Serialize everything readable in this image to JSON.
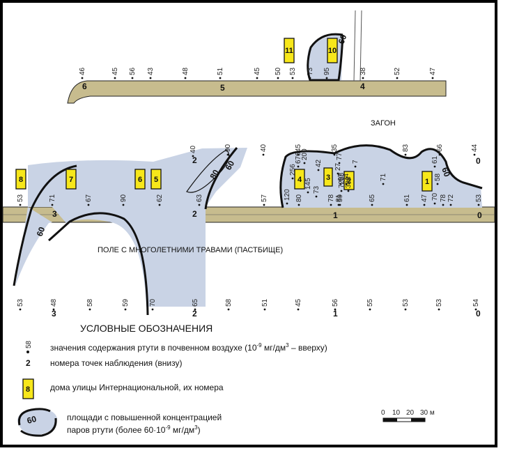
{
  "places": {
    "field": "ПОЛЕ С МНОГОЛЕТНИМИ ТРАВАМИ (ПАСТБИЩЕ)",
    "pen": "ЗАГОН"
  },
  "isolines": {
    "iso60": "60",
    "iso80": "80"
  },
  "houses": [
    "8",
    "7",
    "6",
    "5",
    "4",
    "3",
    "2",
    "1",
    "11",
    "10"
  ],
  "profile_points": {
    "top": [
      "6",
      "5",
      "4"
    ],
    "middle": [
      "2",
      "2",
      "1",
      "0",
      "0"
    ],
    "bottom": [
      "3",
      "3",
      "2",
      "1",
      "0"
    ]
  },
  "values": {
    "top": [
      "46",
      "45",
      "56",
      "43",
      "48",
      "51",
      "45",
      "50",
      "53",
      "73",
      "95",
      "38",
      "52",
      "47"
    ],
    "middle": [
      "53",
      "71",
      "67",
      "90",
      "62",
      "63",
      "40",
      "90",
      "57",
      "40",
      "45",
      "120",
      "256",
      "676",
      "80",
      "200",
      "145",
      "73",
      "42",
      "78",
      "81",
      "7288",
      "59",
      "35",
      "27",
      "67",
      "77",
      "34",
      "388",
      "7",
      "65",
      "71",
      "61",
      "83",
      "47",
      "58",
      "70",
      "61",
      "78",
      "66",
      "44",
      "53",
      "72"
    ],
    "bottom": [
      "53",
      "48",
      "58",
      "59",
      "70",
      "65",
      "58",
      "51",
      "45",
      "56",
      "55",
      "53",
      "53",
      "54"
    ]
  },
  "legend": {
    "title": "УСЛОВНЫЕ ОБОЗНАЧЕНИЯ",
    "sample_value": "58",
    "sample_point": "2",
    "sample_house": "8",
    "sample_iso": "60",
    "value_desc_pre": "значения содержания ртути в почвенном воздухе (10",
    "value_desc_exp": "-9",
    "value_desc_mid": " мг/дм",
    "value_desc_exp2": "3",
    "value_desc_post": " – вверху)",
    "point_desc": "номера точек наблюдения (внизу)",
    "house_desc": "дома улицы Интернациональной, их номера",
    "zone_desc_1": "площади с повышенной концентрацией",
    "zone_desc_2_pre": "паров ртути (более 60·10",
    "zone_desc_2_exp": "-9",
    "zone_desc_2_mid": " мг/дм",
    "zone_desc_2_exp2": "3",
    "zone_desc_2_post": ")"
  },
  "scale": {
    "labels": [
      "0",
      "10",
      "20",
      "30 м"
    ]
  },
  "colors": {
    "zone": "#c9d3e5",
    "road": "#c7bc8e",
    "house": "#f7e71a",
    "isoline": "#111111"
  }
}
